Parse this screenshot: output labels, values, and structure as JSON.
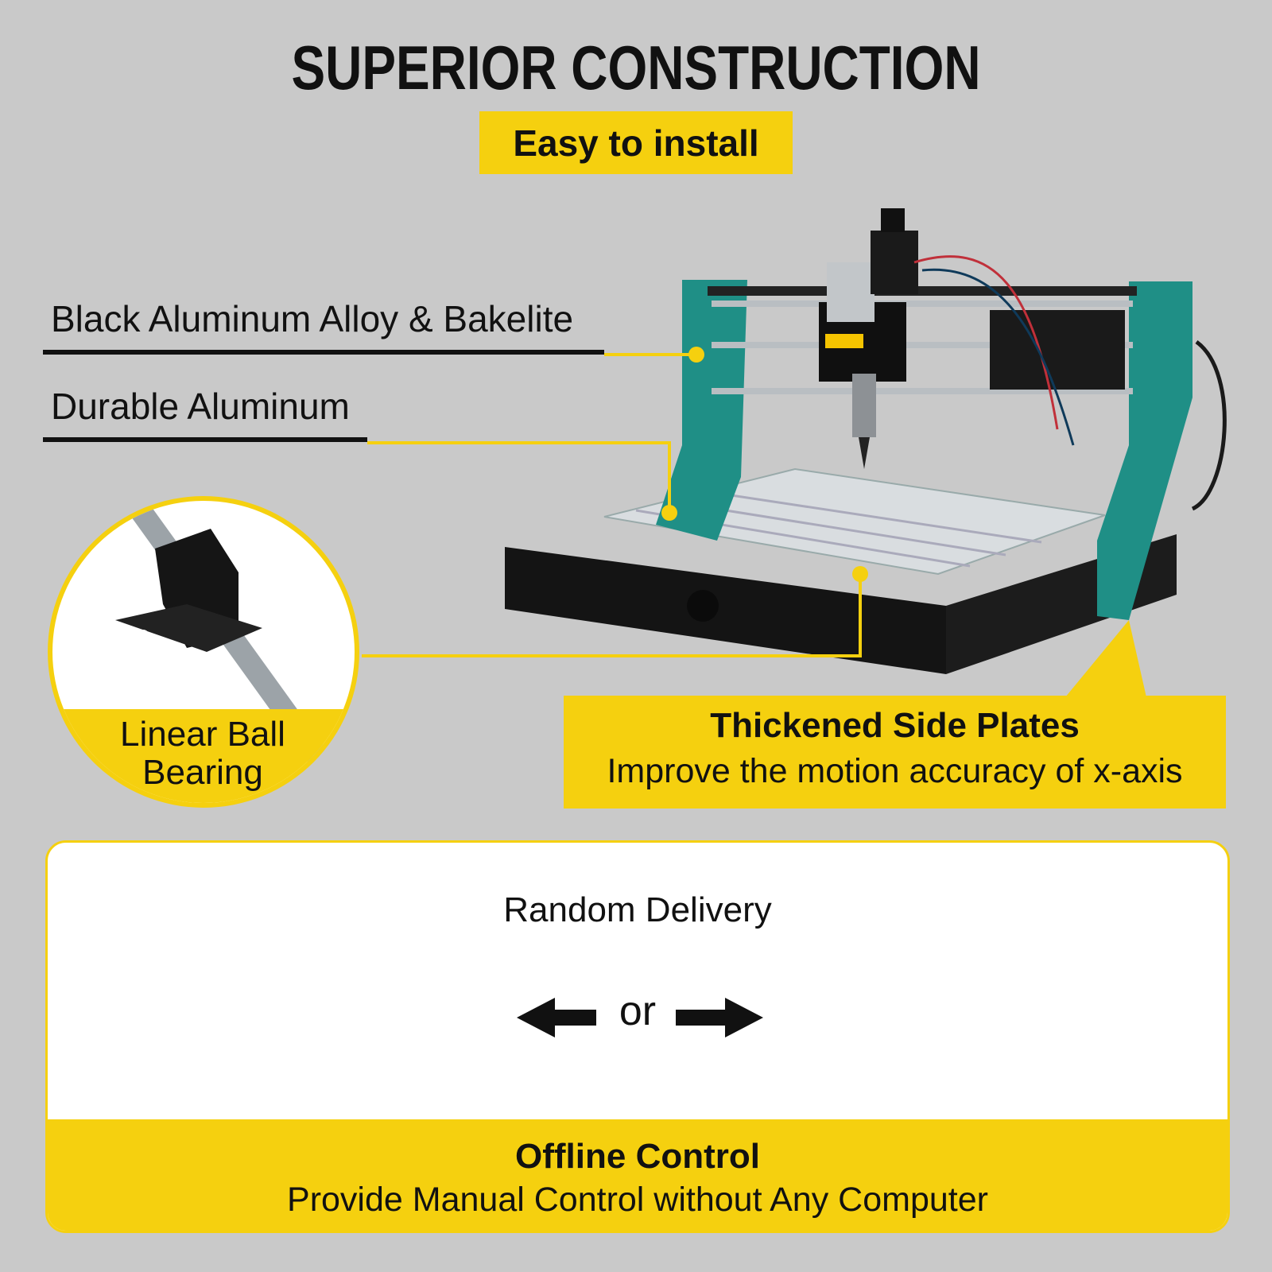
{
  "header": {
    "title": "SUPERIOR CONSTRUCTION",
    "subtitle": "Easy to install"
  },
  "callouts": {
    "frame_material": "Black Aluminum Alloy & Bakelite",
    "bed_material": "Durable Aluminum",
    "bearing": [
      "Linear Ball",
      "Bearing"
    ],
    "side_plates_title": "Thickened Side Plates",
    "side_plates_desc": "Improve the motion accuracy of x-axis"
  },
  "controllers": {
    "random_delivery": "Random Delivery",
    "or": "or",
    "offline_title": "Offline Control",
    "offline_desc": "Provide Manual Control without Any Computer"
  },
  "colors": {
    "accent": "#f5d00f",
    "frame_teal": "#1f8f86",
    "background": "#c9c9c9"
  }
}
